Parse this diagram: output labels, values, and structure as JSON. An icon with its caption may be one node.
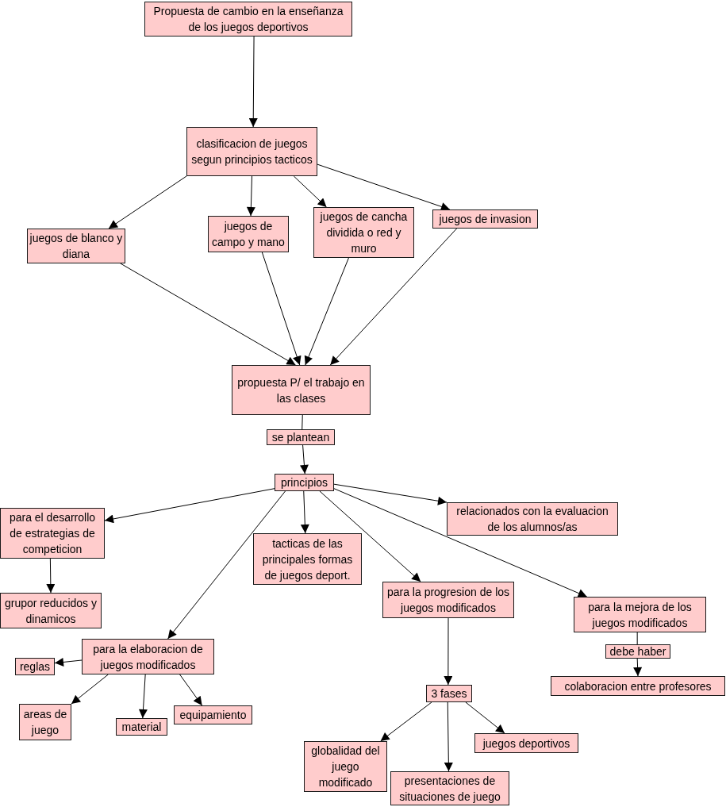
{
  "diagram": {
    "nodes": [
      {
        "text": [
          "Propuesta de cambio en la enseñanza de los juegos deportivos"
        ]
      },
      {
        "text": [
          "clasificacion de juegos segun principios tacticos"
        ]
      },
      {
        "text": [
          "juegos de blanco y diana"
        ]
      },
      {
        "text": [
          "juegos de campo y mano"
        ]
      },
      {
        "text": [
          "juegos de cancha dividida o red y muro"
        ]
      },
      {
        "text": [
          "juegos de invasion"
        ]
      },
      {
        "text": [
          "propuesta P/ el trabajo en las clases"
        ]
      },
      {
        "text": [
          "se plantean"
        ]
      },
      {
        "text": [
          "principios"
        ]
      },
      {
        "text": [
          "para el desarrollo de estrategias de competicion"
        ]
      },
      {
        "text": [
          "relacionados con la evaluacion de los alumnos/as"
        ]
      },
      {
        "text": [
          "tacticas de las principales formas de juegos deport."
        ]
      },
      {
        "text": [
          "grupor reducidos y dinamicos"
        ]
      },
      {
        "text": [
          "para la progresion de los juegos modificados"
        ]
      },
      {
        "text": [
          "para la mejora de los juegos modificados"
        ]
      },
      {
        "text": [
          "para la elaboracion de juegos modificados"
        ]
      },
      {
        "text": [
          "debe haber"
        ]
      },
      {
        "text": [
          "reglas"
        ]
      },
      {
        "text": [
          "colaboracion entre profesores"
        ]
      },
      {
        "text": [
          "3 fases"
        ]
      },
      {
        "text": [
          "areas de juego"
        ]
      },
      {
        "text": [
          "material"
        ]
      },
      {
        "text": [
          "equipamiento"
        ]
      },
      {
        "text": [
          "juegos deportivos"
        ]
      },
      {
        "text": [
          "globalidad del juego modificado"
        ]
      },
      {
        "text": [
          "presentaciones de situaciones de juego"
        ]
      }
    ],
    "edges": [
      {
        "from": 0,
        "to": 1,
        "arrow": "to"
      },
      {
        "from": 1,
        "to": 2,
        "arrow": "to"
      },
      {
        "from": 1,
        "to": 3,
        "arrow": "to"
      },
      {
        "from": 1,
        "to": 4,
        "arrow": "to"
      },
      {
        "from": 1,
        "to": 5,
        "arrow": "to"
      },
      {
        "from": 2,
        "to": 6,
        "arrow": "to"
      },
      {
        "from": 3,
        "to": 6,
        "arrow": "to"
      },
      {
        "from": 4,
        "to": 6,
        "arrow": "to"
      },
      {
        "from": 5,
        "to": 6,
        "arrow": "to"
      },
      {
        "from": 6,
        "to": 7,
        "arrow": "none"
      },
      {
        "from": 7,
        "to": 8,
        "arrow": "to"
      },
      {
        "from": 8,
        "to": 9,
        "arrow": "to"
      },
      {
        "from": 8,
        "to": 10,
        "arrow": "to"
      },
      {
        "from": 8,
        "to": 11,
        "arrow": "to"
      },
      {
        "from": 8,
        "to": 13,
        "arrow": "to"
      },
      {
        "from": 8,
        "to": 14,
        "arrow": "to"
      },
      {
        "from": 8,
        "to": 15,
        "arrow": "to"
      },
      {
        "from": 9,
        "to": 12,
        "arrow": "to"
      },
      {
        "from": 15,
        "to": 17,
        "arrow": "to"
      },
      {
        "from": 15,
        "to": 20,
        "arrow": "to"
      },
      {
        "from": 15,
        "to": 21,
        "arrow": "to"
      },
      {
        "from": 15,
        "to": 22,
        "arrow": "to"
      },
      {
        "from": 13,
        "to": 19,
        "arrow": "to"
      },
      {
        "from": 19,
        "to": 24,
        "arrow": "to"
      },
      {
        "from": 19,
        "to": 25,
        "arrow": "to"
      },
      {
        "from": 19,
        "to": 23,
        "arrow": "to"
      },
      {
        "from": 14,
        "to": 16,
        "arrow": "none"
      },
      {
        "from": 16,
        "to": 18,
        "arrow": "to"
      }
    ]
  }
}
